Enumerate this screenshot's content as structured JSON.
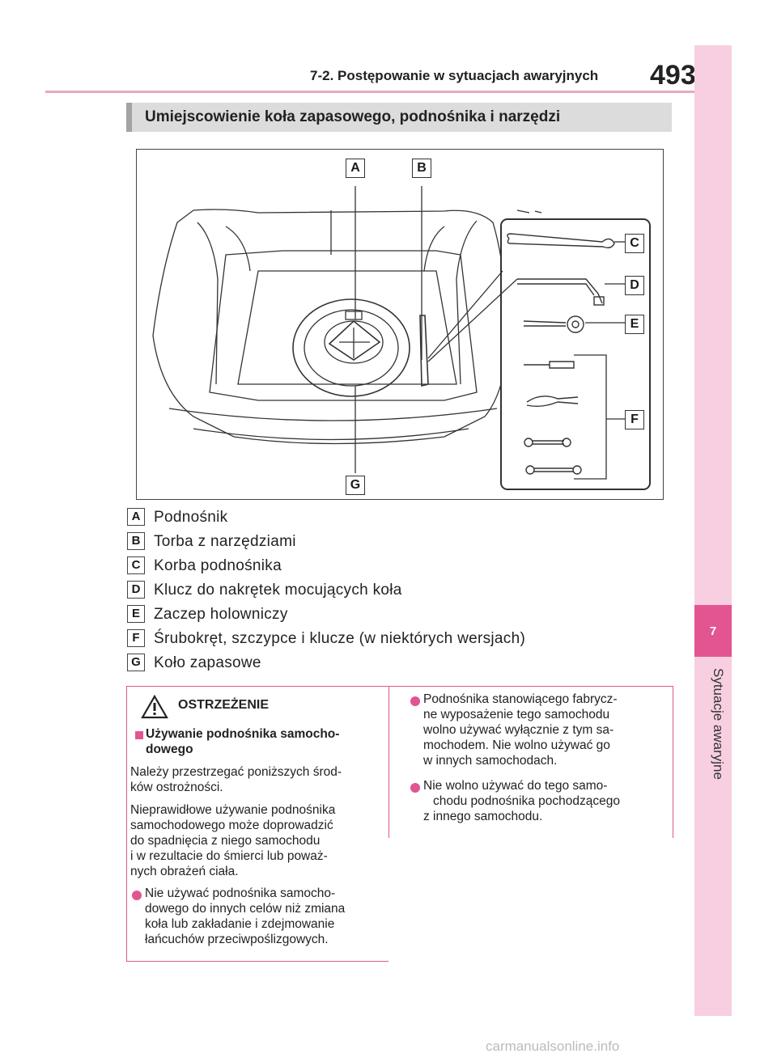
{
  "header": {
    "section": "7-2. Postępowanie w sytuacjach awaryjnych",
    "page_number": "493"
  },
  "sidebar": {
    "chapter_number": "7",
    "chapter_name": "Sytuacje awaryjne"
  },
  "section_title": "Umiejscowienie koła zapasowego, podnośnika i narzędzi",
  "figure": {
    "callouts": [
      "A",
      "B",
      "C",
      "D",
      "E",
      "F",
      "G"
    ]
  },
  "legend": [
    {
      "letter": "A",
      "text": "Podnośnik"
    },
    {
      "letter": "B",
      "text": "Torba z narzędziami"
    },
    {
      "letter": "C",
      "text": "Korba podnośnika"
    },
    {
      "letter": "D",
      "text": "Klucz do nakrętek mocujących koła"
    },
    {
      "letter": "E",
      "text": "Zaczep holowniczy"
    },
    {
      "letter": "F",
      "text": "Śrubokręt, szczypce i klucze (w niektórych wersjach)"
    },
    {
      "letter": "G",
      "text": "Koło zapasowe"
    }
  ],
  "warning": {
    "label": "OSTRZEŻENIE",
    "heading_l1": "Używanie podnośnika samocho-",
    "heading_l2": "dowego",
    "para1": [
      "Należy przestrzegać poniższych środ-",
      "ków ostrożności."
    ],
    "para2": [
      "Nieprawidłowe używanie podnośnika",
      "samochodowego może doprowadzić",
      "do spadnięcia z niego samochodu",
      "i w rezultacie do śmierci lub poważ-",
      "nych obrażeń ciała."
    ],
    "bullet1": [
      "Nie używać podnośnika samocho-",
      "dowego do innych celów niż zmiana",
      "koła lub zakładanie i zdejmowanie",
      "łańcuchów przeciwpoślizgowych."
    ],
    "bullet2": [
      "Podnośnika stanowiącego fabrycz-",
      "ne wyposażenie tego samochodu",
      "wolno używać wyłącznie z tym sa-",
      "mochodem. Nie wolno używać go",
      "w innych samochodach."
    ],
    "bullet3": [
      "Nie wolno używać do tego samo-",
      "chodu podnośnika pochodzącego",
      "z innego samochodu."
    ]
  },
  "watermark": "carmanualsonline.info",
  "colors": {
    "accent": "#e25590",
    "band": "#f7cfe0",
    "section_bar": "#dcdcdc"
  }
}
